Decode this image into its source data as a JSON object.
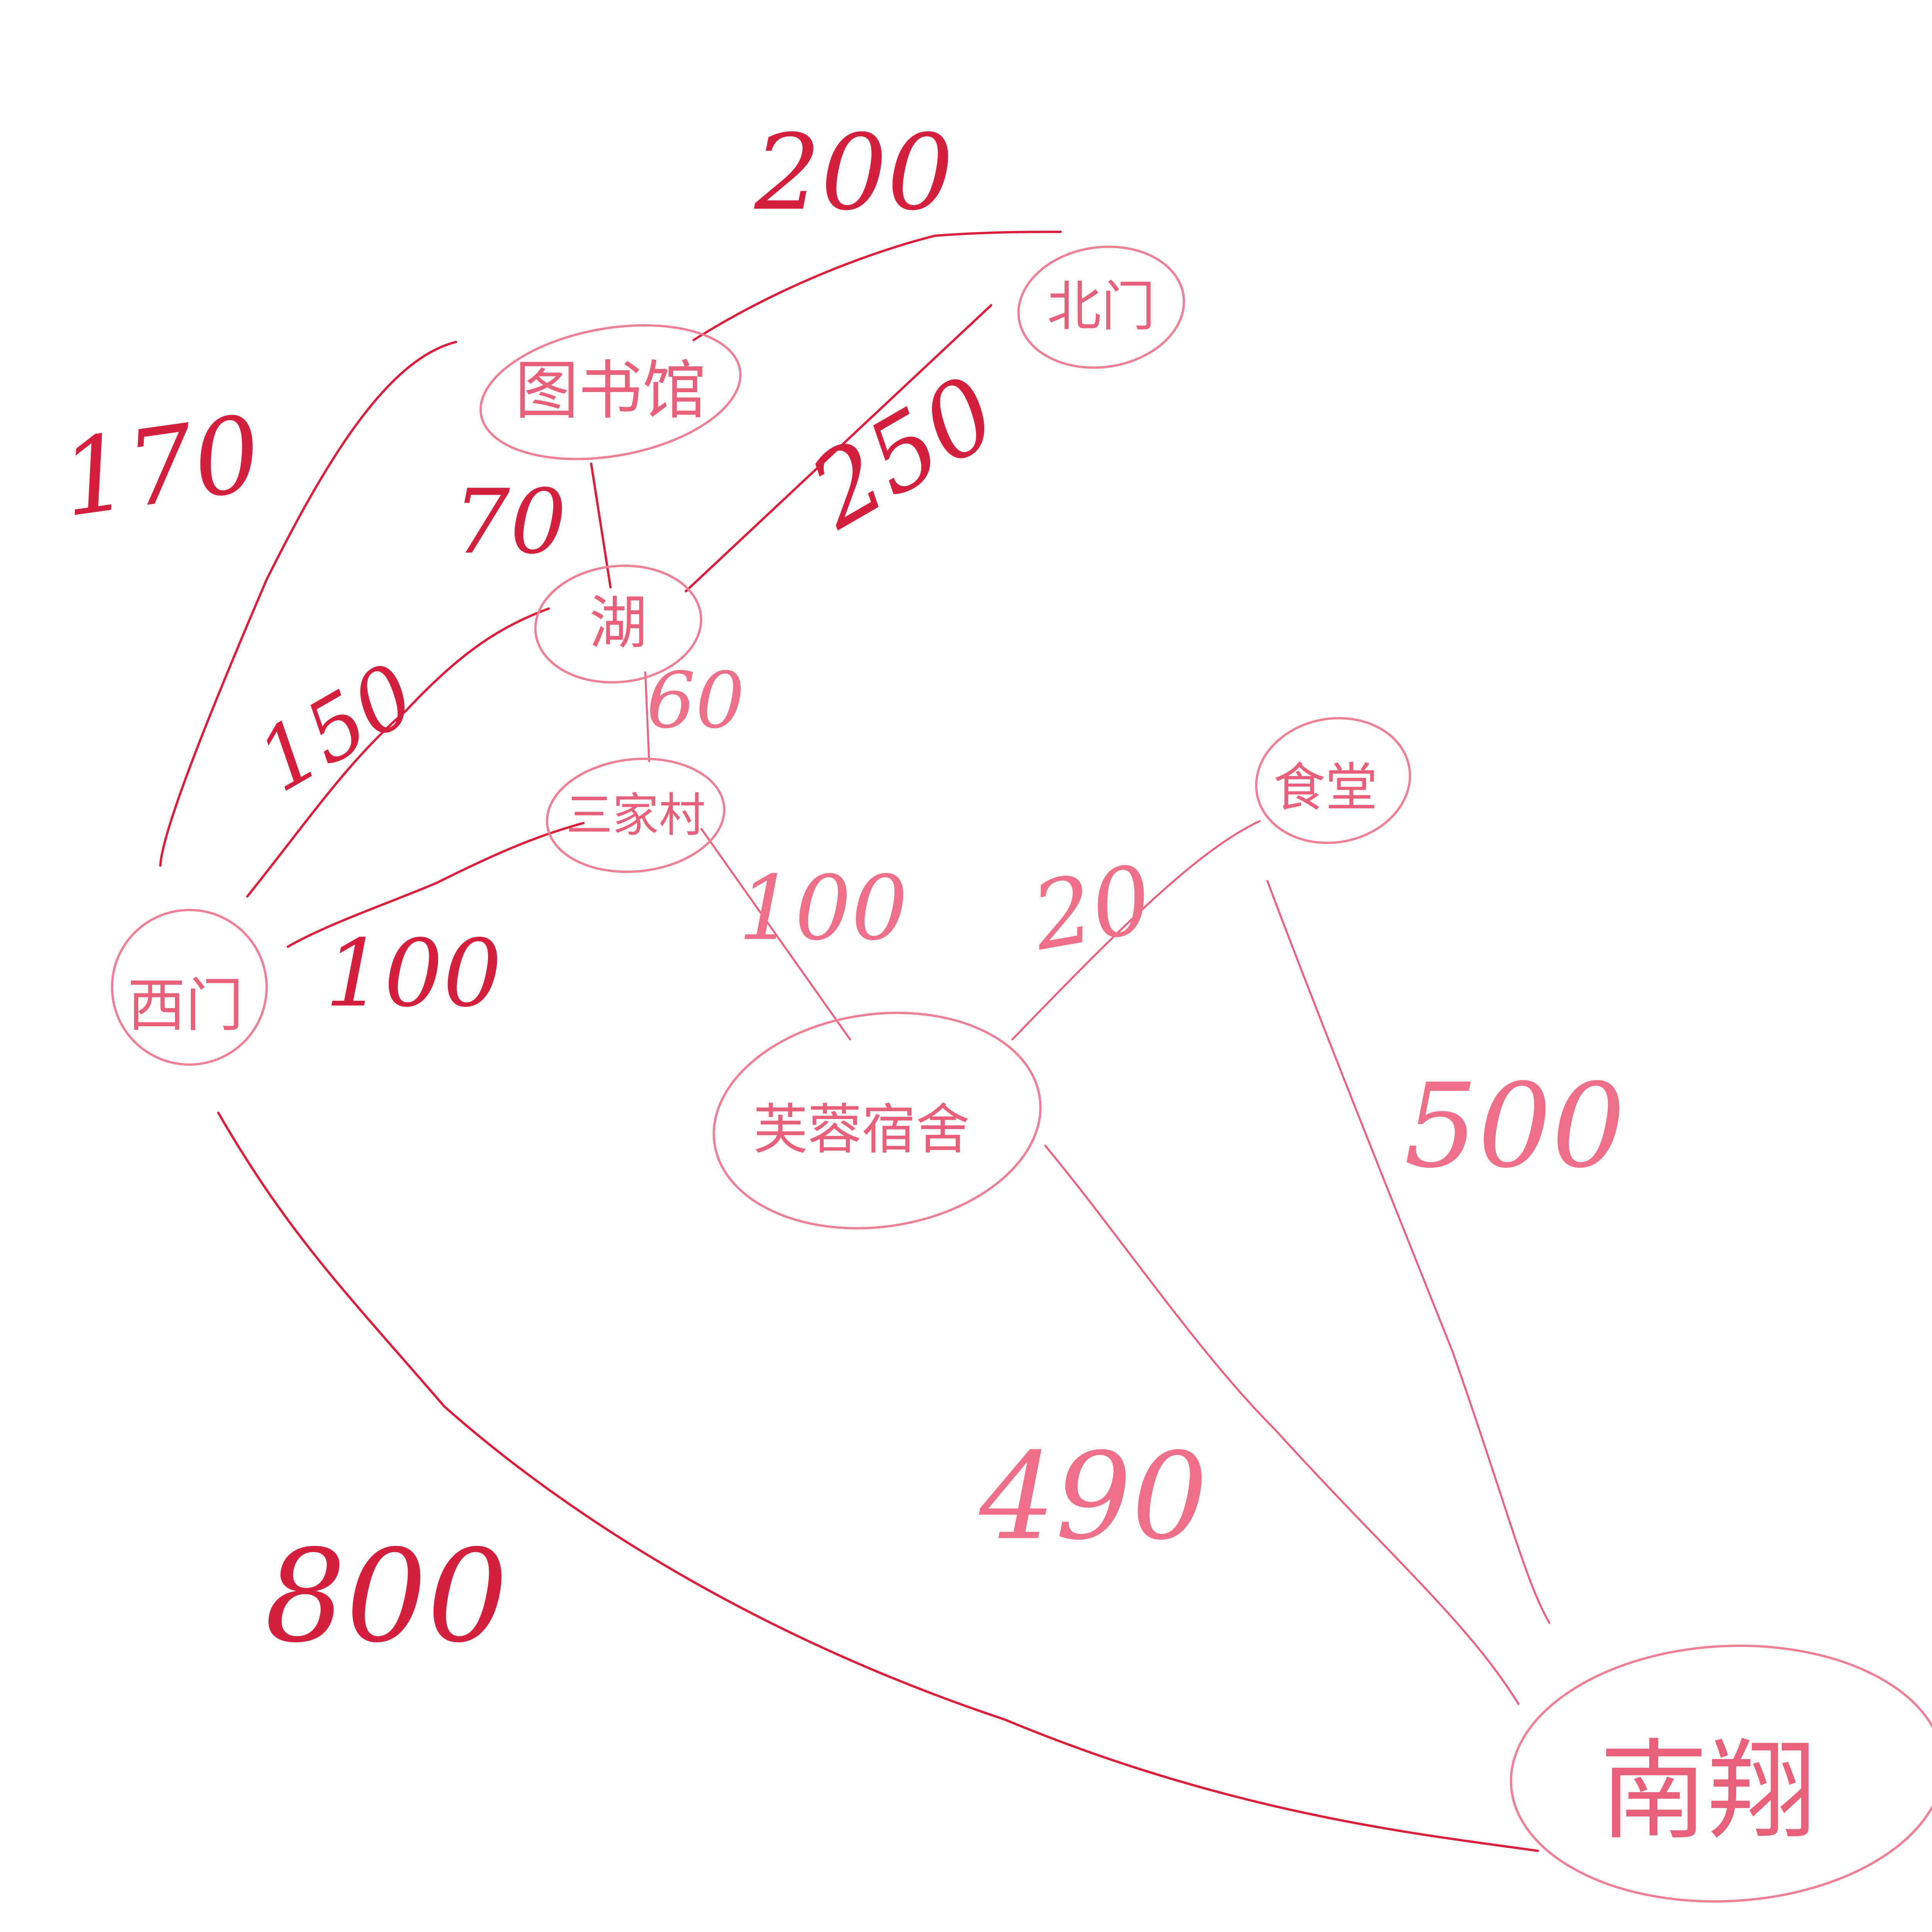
{
  "nodes": {
    "library": "图书馆",
    "north_gate": "北门",
    "lake": "湖",
    "sanjiacun": "三家村",
    "west_gate": "西门",
    "canteen": "食堂",
    "dormitory": "芙蓉宿舍",
    "zhuhai": "南翔"
  },
  "weights": {
    "library_north_gate": "200",
    "library_west_gate": "170",
    "library_lake": "70",
    "lake_north_gate": "250",
    "lake_west_gate": "150",
    "lake_sanjiacun": "60",
    "sanjiacun_west_gate": "100",
    "sanjiacun_dormitory": "100",
    "dormitory_canteen": "20",
    "canteen_zhuhai": "500",
    "dormitory_zhuhai": "490",
    "west_gate_zhuhai": "800"
  },
  "colors": {
    "ink": "#dc1e3c",
    "soft_ink": "#ec5f7d",
    "node": "#ee7f94"
  }
}
